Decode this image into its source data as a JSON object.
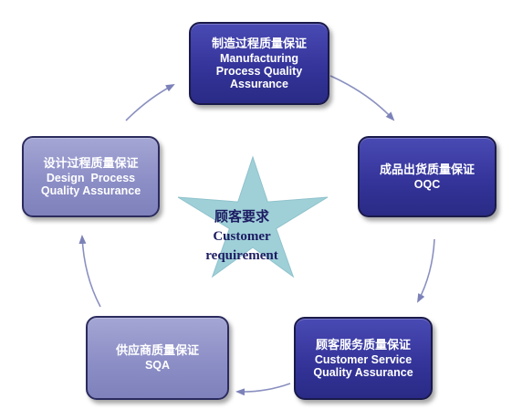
{
  "center": {
    "zh": "顾客要求",
    "en_line1": "Customer",
    "en_line2": "requirement"
  },
  "nodes": {
    "top": {
      "zh": "制造过程质量保证",
      "en": [
        "Manufacturing",
        "Process Quality",
        "Assurance"
      ]
    },
    "right": {
      "zh": "成品出货质量保证",
      "en": [
        "OQC"
      ]
    },
    "bottom_right": {
      "zh": "顾客服务质量保证",
      "en": [
        "Customer Service",
        "Quality Assurance"
      ]
    },
    "bottom_left": {
      "zh": "供应商质量保证",
      "en": [
        "SQA"
      ]
    },
    "left": {
      "zh": "设计过程质量保证",
      "en": [
        "Design  Process",
        "Quality Assurance"
      ]
    }
  },
  "colors": {
    "dark_box": "#34349a",
    "light_box": "#8c8ec6",
    "star": "#9fd0d8",
    "arrow": "#8a90c0",
    "center_text": "#1c1c62"
  }
}
